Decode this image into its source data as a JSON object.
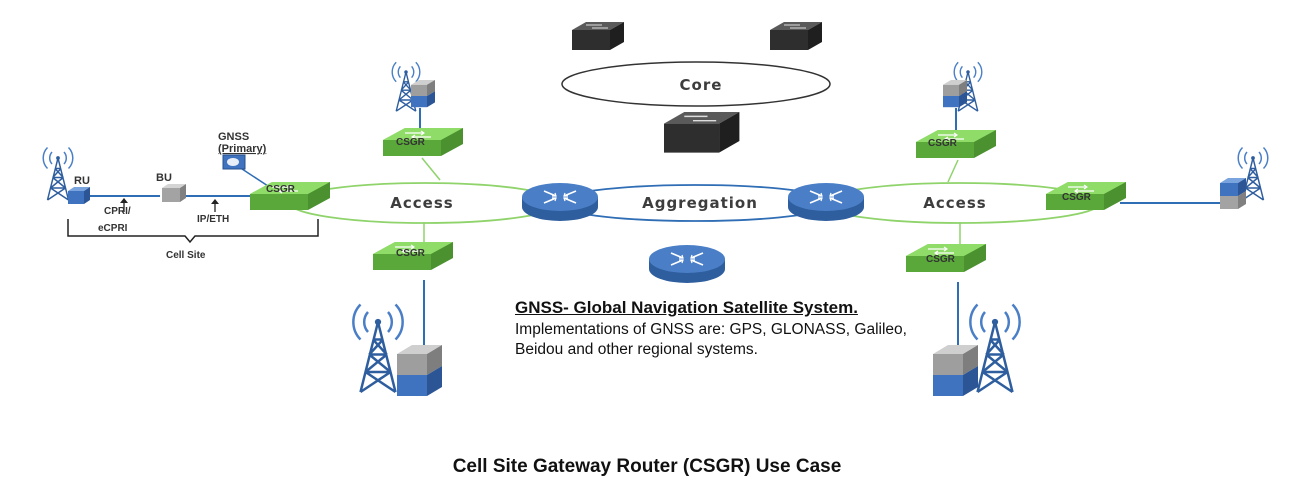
{
  "caption": "Cell Site Gateway Router (CSGR) Use Case",
  "rings": {
    "core": "Core",
    "access_left": "Access",
    "aggregation": "Aggregation",
    "access_right": "Access"
  },
  "cell_site": {
    "ru": "RU",
    "bu": "BU",
    "cpri_line1": "CPRI/",
    "cpri_line2": "eCPRI",
    "ip_eth": "IP/ETH",
    "gnss_line1": "GNSS",
    "gnss_line2": "(Primary)",
    "label": "Cell Site"
  },
  "csgr_label": "CSGR",
  "legend": {
    "title": "GNSS- Global Navigation Satellite System.",
    "text": "Implementations of GNSS are: GPS, GLONASS, Galileo, Beidou and other regional systems."
  },
  "colors": {
    "csgr_green": "#6cc24a",
    "router_blue": "#3d6fb6",
    "link_blue": "#2f6db5",
    "ring_green": "#8fd36b",
    "dark_switch": "#3a3a3a"
  }
}
